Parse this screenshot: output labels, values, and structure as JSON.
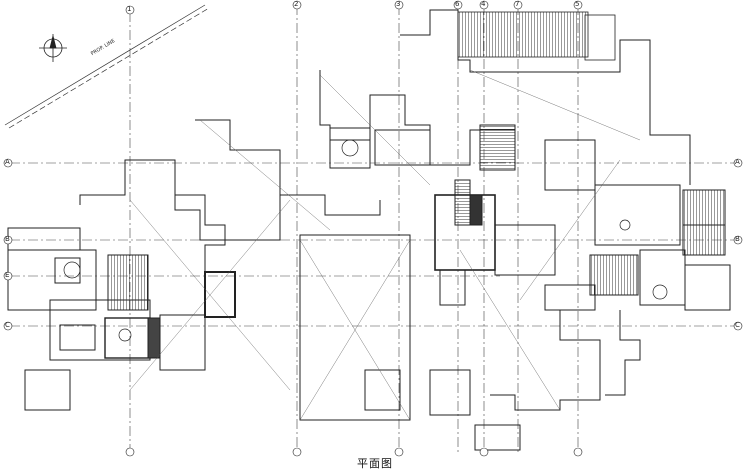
{
  "caption": "平面图",
  "grid": {
    "columns": [
      "1",
      "2",
      "3",
      "6",
      "4",
      "7",
      "5"
    ],
    "rows_left": [
      "A",
      "B",
      "E",
      "C"
    ],
    "rows_right": [
      "A",
      "B",
      "C"
    ]
  },
  "site_note": "PROP. LINE"
}
